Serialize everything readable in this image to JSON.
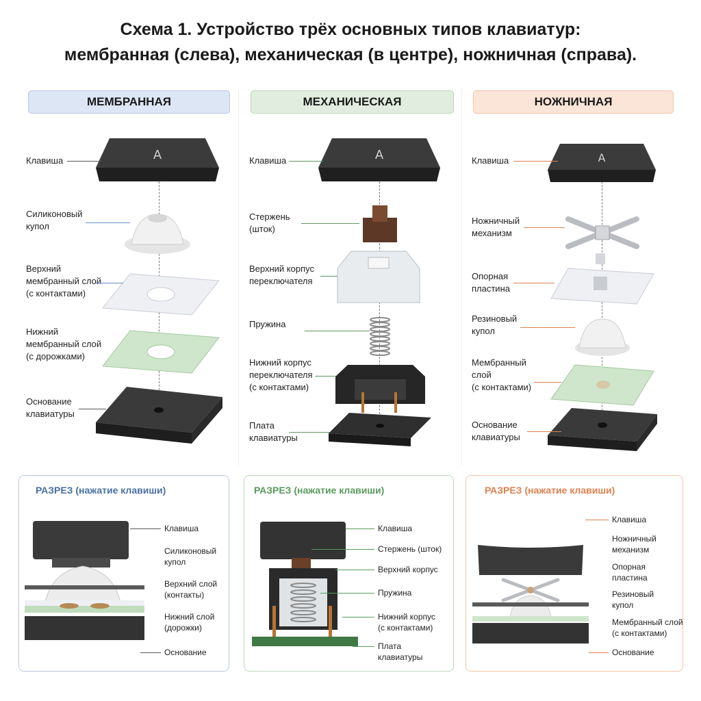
{
  "title": {
    "line1": "Схема 1. Устройство трёх основных типов клавиатур:",
    "line2": "мембранная (слева), механическая (в центре), ножничная (справа)."
  },
  "colors": {
    "membrane": "#4a6fa5",
    "mechanical": "#5a9a5f",
    "scissor": "#e08050"
  },
  "columns": {
    "membrane": {
      "header": "МЕМБРАННАЯ",
      "labels": [
        "Клавиша",
        "Силиконовый\nкупол",
        "Верхний\nмембранный слой\n(с контактами)",
        "Нижний\nмембранный слой\n(с дорожками)",
        "Основание\nклавиатуры"
      ]
    },
    "mechanical": {
      "header": "МЕХАНИЧЕСКАЯ",
      "labels": [
        "Клавиша",
        "Стержень\n(шток)",
        "Верхний корпус\nпереключателя",
        "Пружина",
        "Нижний корпус\nпереключателя\n(с контактами)",
        "Плата\nклавиатуры"
      ]
    },
    "scissor": {
      "header": "НОЖНИЧНАЯ",
      "labels": [
        "Клавиша",
        "Ножничный\nмеханизм",
        "Опорная\nпластина",
        "Резиновый\nкупол",
        "Мембранный\nслой\n(с контактами)",
        "Основание\nклавиатуры"
      ]
    }
  },
  "sections": {
    "membrane": {
      "title": "РАЗРЕЗ (нажатие клавиши)",
      "labels": [
        "Клавиша",
        "Силиконовый\nкупол",
        "Верхний слой\n(контакты)",
        "Нижний слой\n(дорожки)",
        "Основание"
      ]
    },
    "mechanical": {
      "title": "РАЗРЕЗ (нажатие клавиши)",
      "labels": [
        "Клавиша",
        "Стержень (шток)",
        "Верхний корпус",
        "Пружина",
        "Нижний корпус\n(с контактами)",
        "Плата\nклавиатуры"
      ]
    },
    "scissor": {
      "title": "РАЗРЕЗ (нажатие клавиши)",
      "labels": [
        "Клавиша",
        "Ножничный\nмеханизм",
        "Опорная\nпластина",
        "Резиновый\nкупол",
        "Мембранный слой\n(с контактами)",
        "Основание"
      ]
    }
  }
}
